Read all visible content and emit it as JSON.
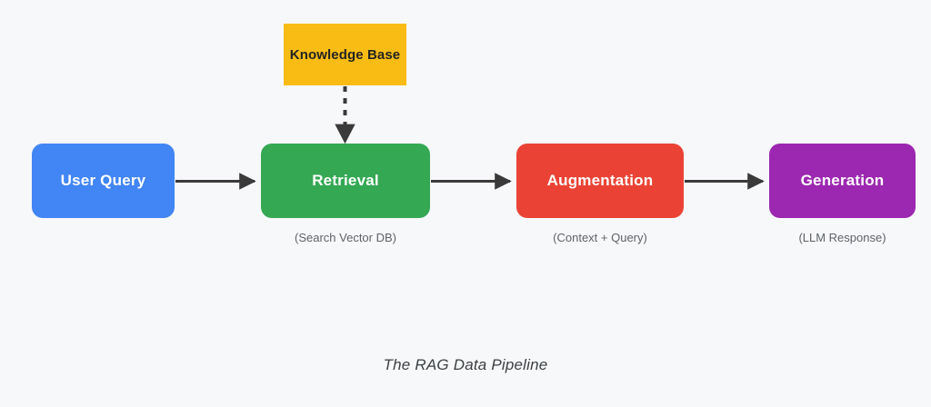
{
  "diagram": {
    "background_color": "#f7f8fa",
    "caption": "The RAG Data Pipeline",
    "arrow_color": "#3a3a3a",
    "source_node": {
      "label": "Knowledge Base",
      "color": "#f9bc15",
      "text_color": "#232323",
      "shape": "rectangle"
    },
    "stages": [
      {
        "label": "User Query",
        "sub_label": "",
        "color": "#4285f4",
        "text_color": "#ffffff"
      },
      {
        "label": "Retrieval",
        "sub_label": "(Search Vector DB)",
        "color": "#34a853",
        "text_color": "#ffffff"
      },
      {
        "label": "Augmentation",
        "sub_label": "(Context + Query)",
        "color": "#ea4335",
        "text_color": "#ffffff"
      },
      {
        "label": "Generation",
        "sub_label": "(LLM Response)",
        "color": "#9c27b0",
        "text_color": "#ffffff"
      }
    ],
    "connections": [
      {
        "from": "User Query",
        "to": "Retrieval",
        "style": "solid"
      },
      {
        "from": "Retrieval",
        "to": "Augmentation",
        "style": "solid"
      },
      {
        "from": "Augmentation",
        "to": "Generation",
        "style": "solid"
      },
      {
        "from": "Knowledge Base",
        "to": "Retrieval",
        "style": "dashed"
      }
    ]
  }
}
